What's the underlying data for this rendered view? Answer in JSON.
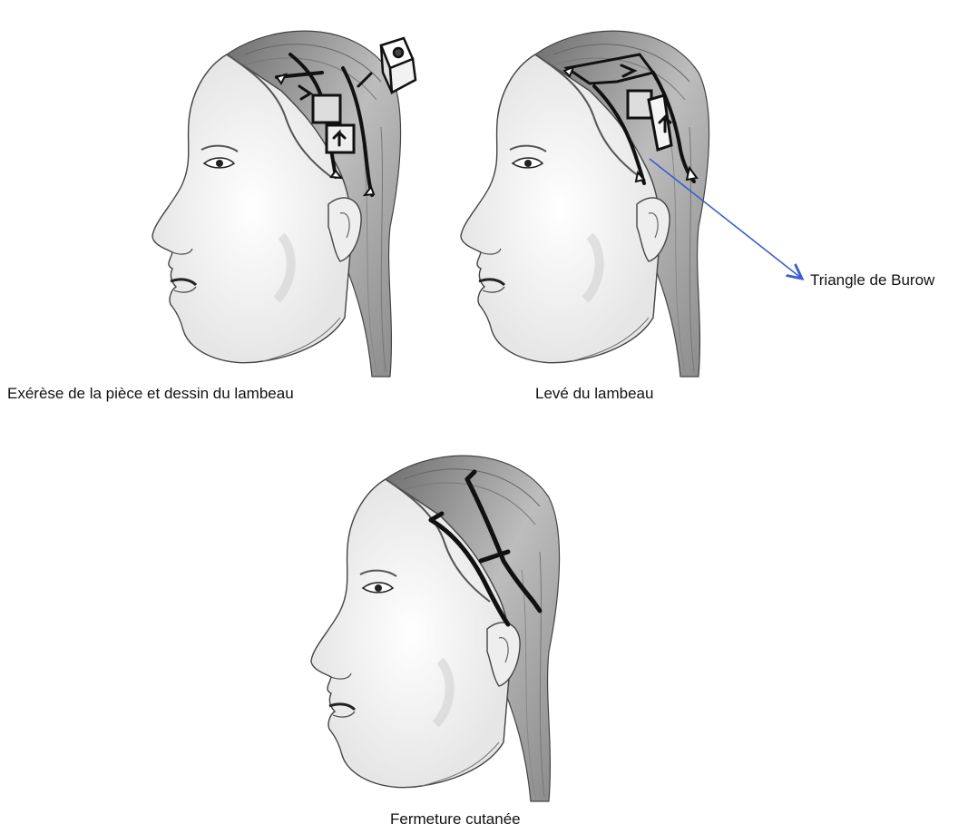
{
  "captions": {
    "step1": "Exérèse de la pièce et dessin du lambeau",
    "step2": "Levé du lambeau",
    "step3": "Fermeture cutanée"
  },
  "annotations": {
    "burow": "Triangle de Burow",
    "arrow_color": "#3a5fcd"
  },
  "colors": {
    "hair": "#a8a8a8",
    "skin_line": "#444444",
    "incision": "#111111"
  }
}
